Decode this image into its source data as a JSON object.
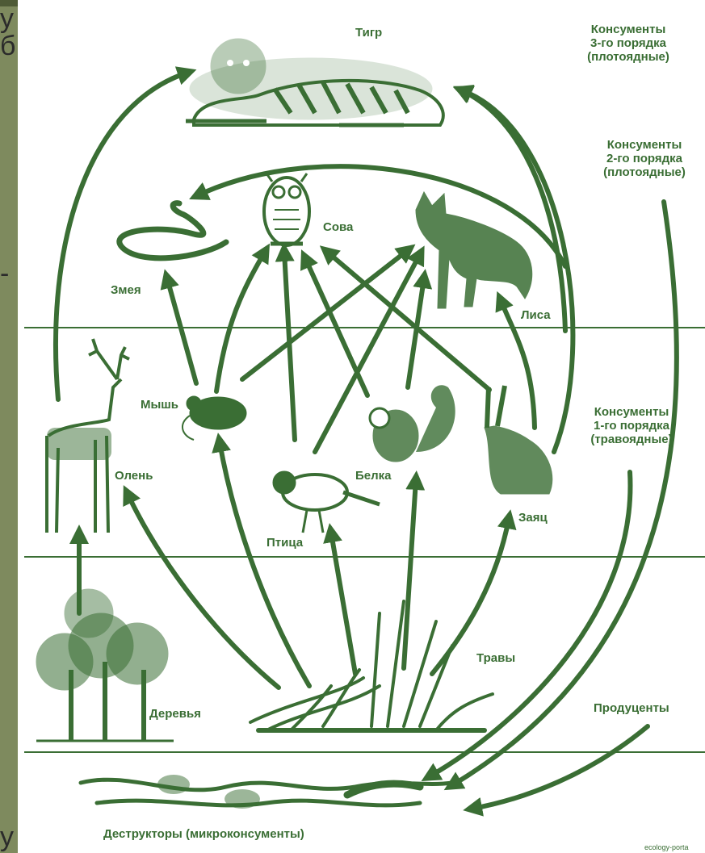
{
  "slide_fragments": [
    "у",
    "б",
    "-",
    "у"
  ],
  "labels": {
    "tiger": "Тигр",
    "owl": "Сова",
    "snake": "Змея",
    "fox": "Лиса",
    "mouse": "Мышь",
    "deer": "Олень",
    "bird": "Птица",
    "squirrel": "Белка",
    "hare": "Заяц",
    "grass": "Травы",
    "trees": "Деревья",
    "producers": "Продуценты",
    "decomposers": "Деструкторы (микроконсументы)"
  },
  "levels": {
    "third": [
      "Консументы",
      "3-го порядка",
      "(плотоядные)"
    ],
    "second": [
      "Консументы",
      "2-го порядка",
      "(плотоядные)"
    ],
    "first": [
      "Консументы",
      "1-го порядка",
      "(травоядные)"
    ]
  },
  "watermark": "ecology-porta",
  "colors": {
    "ink": "#3a6e34",
    "frame": "#7e8a5e",
    "background": "#ffffff"
  }
}
